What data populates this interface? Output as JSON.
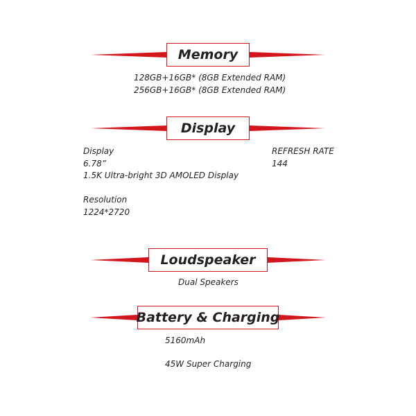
{
  "sections": {
    "memory": {
      "title": "Memory",
      "lines": [
        "128GB+16GB* (8GB Extended RAM)",
        "256GB+16GB* (8GB Extended RAM)"
      ]
    },
    "display": {
      "title": "Display",
      "display_label": "Display",
      "size": "6.78”",
      "panel": "1.5K Ultra-bright 3D AMOLED Display",
      "refresh_label": "REFRESH RATE",
      "refresh_value": "144",
      "resolution_label": "Resolution",
      "resolution_value": "1224*2720"
    },
    "loudspeaker": {
      "title": "Loudspeaker",
      "lines": [
        "Dual Speakers"
      ]
    },
    "battery": {
      "title": "Battery & Charging",
      "capacity": "5160mAh",
      "charging": "45W Super Charging"
    }
  },
  "colors": {
    "accent": "#d2161e",
    "text": "#231f20"
  }
}
